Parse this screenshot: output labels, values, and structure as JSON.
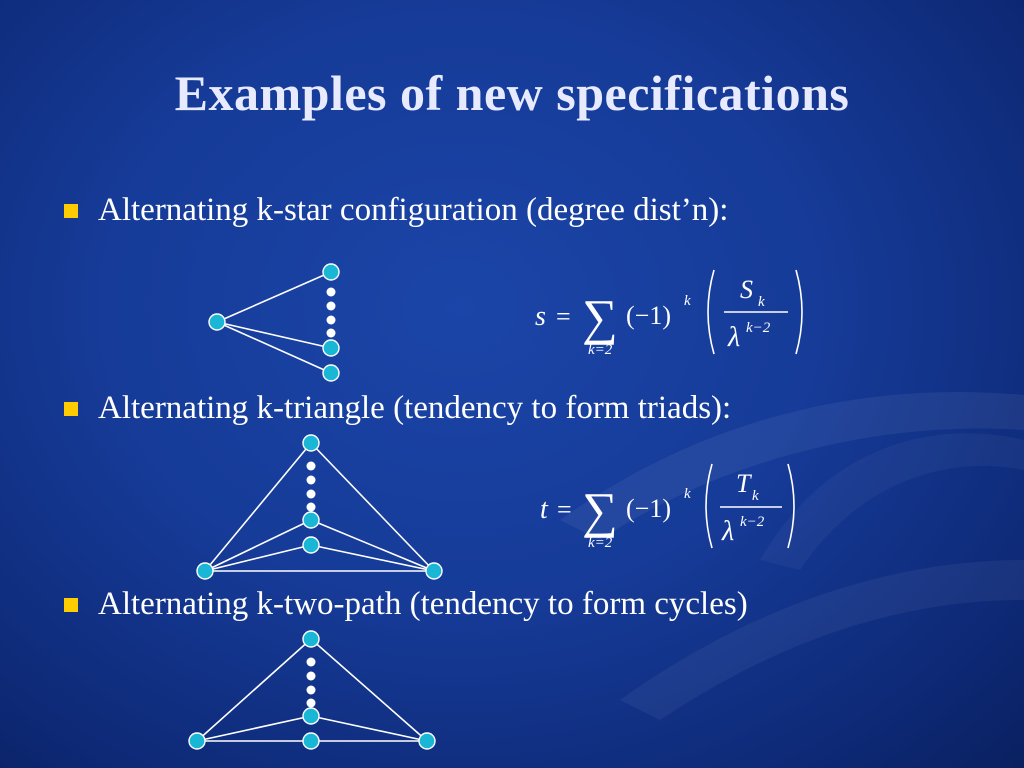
{
  "slide": {
    "title": "Examples of new specifications",
    "bullets": [
      {
        "text": "Alternating k-star configuration (degree dist’n):"
      },
      {
        "text": "Alternating k-triangle (tendency to form triads):"
      },
      {
        "text": "Alternating k-two-path (tendency to form cycles)"
      }
    ],
    "formulas": [
      {
        "lhs": "s",
        "eq": "=",
        "sum_sub": "k=2",
        "factor": "(−1)",
        "exp": "k",
        "num": "S",
        "num_sub": "k",
        "den": "λ",
        "den_exp": "k−2"
      },
      {
        "lhs": "t",
        "eq": "=",
        "sum_sub": "k=2",
        "factor": "(−1)",
        "exp": "k",
        "num": "T",
        "num_sub": "k",
        "den": "λ",
        "den_exp": "k−2"
      }
    ]
  },
  "colors": {
    "bullet": "#ffcc00",
    "node_fill": "#1ab6d6",
    "node_stroke": "#ffffff",
    "title": "#e8eaff"
  }
}
